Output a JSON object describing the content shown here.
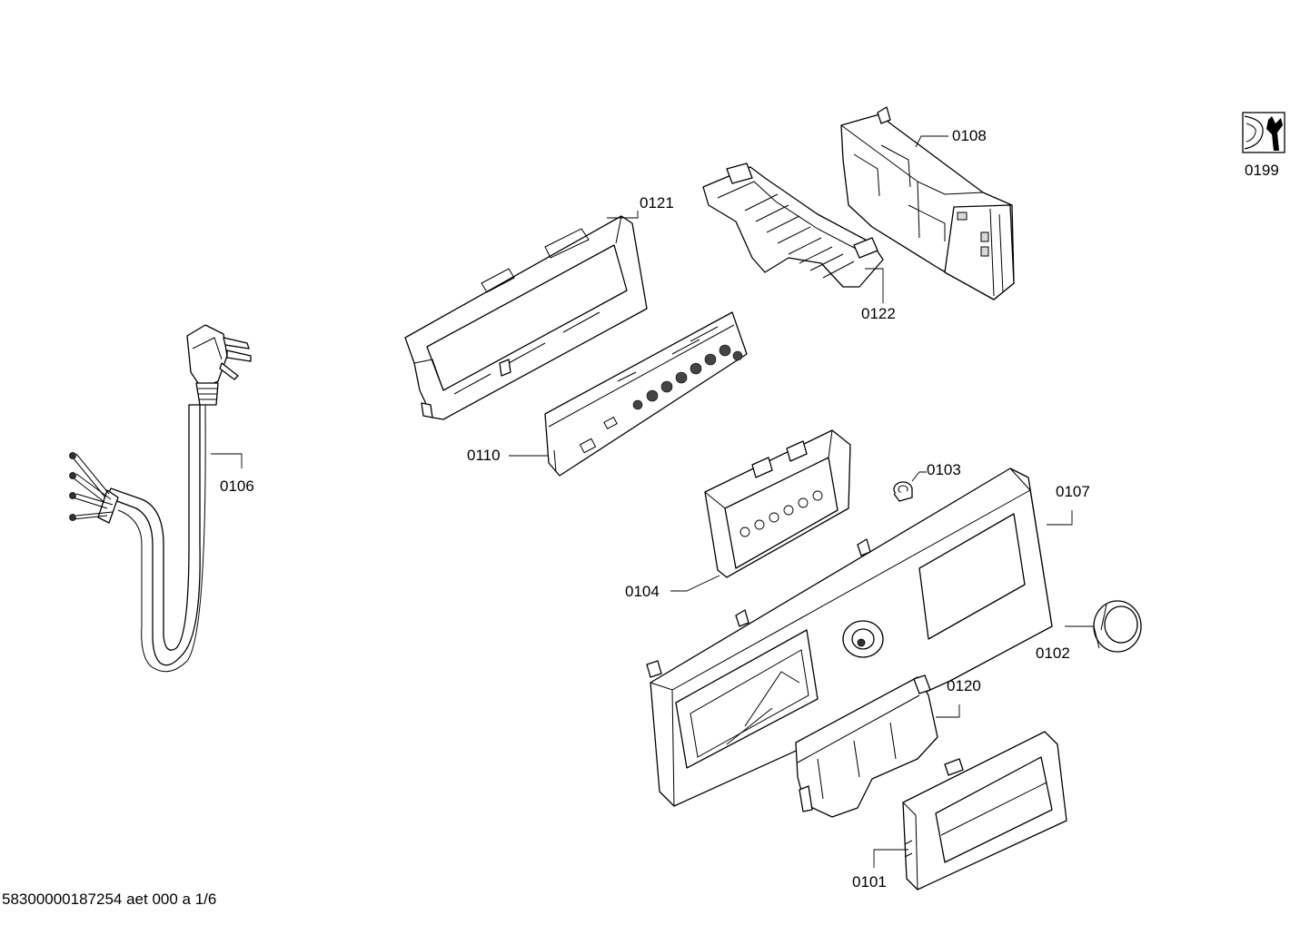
{
  "doc_id": "58300000187254 aet 000 a 1/6",
  "parts": [
    {
      "id": "p0101",
      "number": "0101"
    },
    {
      "id": "p0102",
      "number": "0102"
    },
    {
      "id": "p0103",
      "number": "0103"
    },
    {
      "id": "p0104",
      "number": "0104"
    },
    {
      "id": "p0106",
      "number": "0106"
    },
    {
      "id": "p0107",
      "number": "0107"
    },
    {
      "id": "p0108",
      "number": "0108"
    },
    {
      "id": "p0110",
      "number": "0110"
    },
    {
      "id": "p0120",
      "number": "0120"
    },
    {
      "id": "p0121",
      "number": "0121"
    },
    {
      "id": "p0122",
      "number": "0122"
    },
    {
      "id": "p0199",
      "number": "0199"
    }
  ],
  "icons": {
    "service": "wrench-service-icon"
  }
}
